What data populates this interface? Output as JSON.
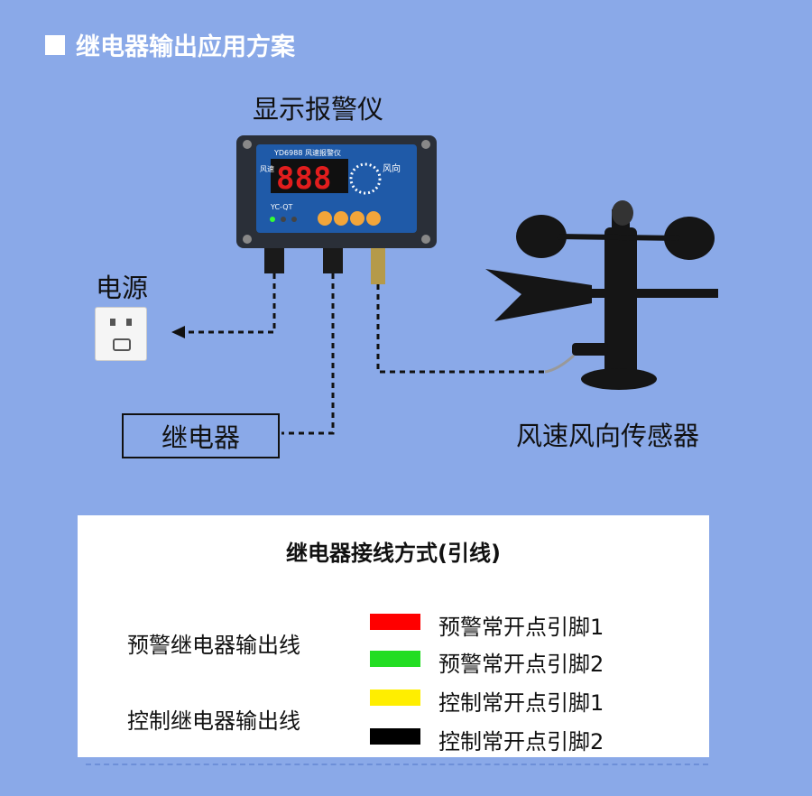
{
  "section": {
    "title": "继电器输出应用方案"
  },
  "labels": {
    "display_alarm": "显示报警仪",
    "power": "电源",
    "relay": "继电器",
    "sensor": "风速风向传感器"
  },
  "device": {
    "model": "YD6988 风速报警仪",
    "display_digits": "888",
    "left_marks": "风速",
    "right_marks": "风向",
    "brand": "YC-QT"
  },
  "colors": {
    "background": "#8aa9e8",
    "device_body": "#1f5aa8",
    "display": "#e21d1d",
    "button": "#f2a53a"
  },
  "wiring": {
    "title": "继电器接线方式(引线)",
    "groups": [
      {
        "label": "预警继电器输出线"
      },
      {
        "label": "控制继电器输出线"
      }
    ],
    "legend": [
      {
        "color": "#ff0000",
        "text": "预警常开点引脚1"
      },
      {
        "color": "#22dd22",
        "text": "预警常开点引脚2"
      },
      {
        "color": "#ffee00",
        "text": "控制常开点引脚1"
      },
      {
        "color": "#000000",
        "text": "控制常开点引脚2"
      }
    ]
  }
}
